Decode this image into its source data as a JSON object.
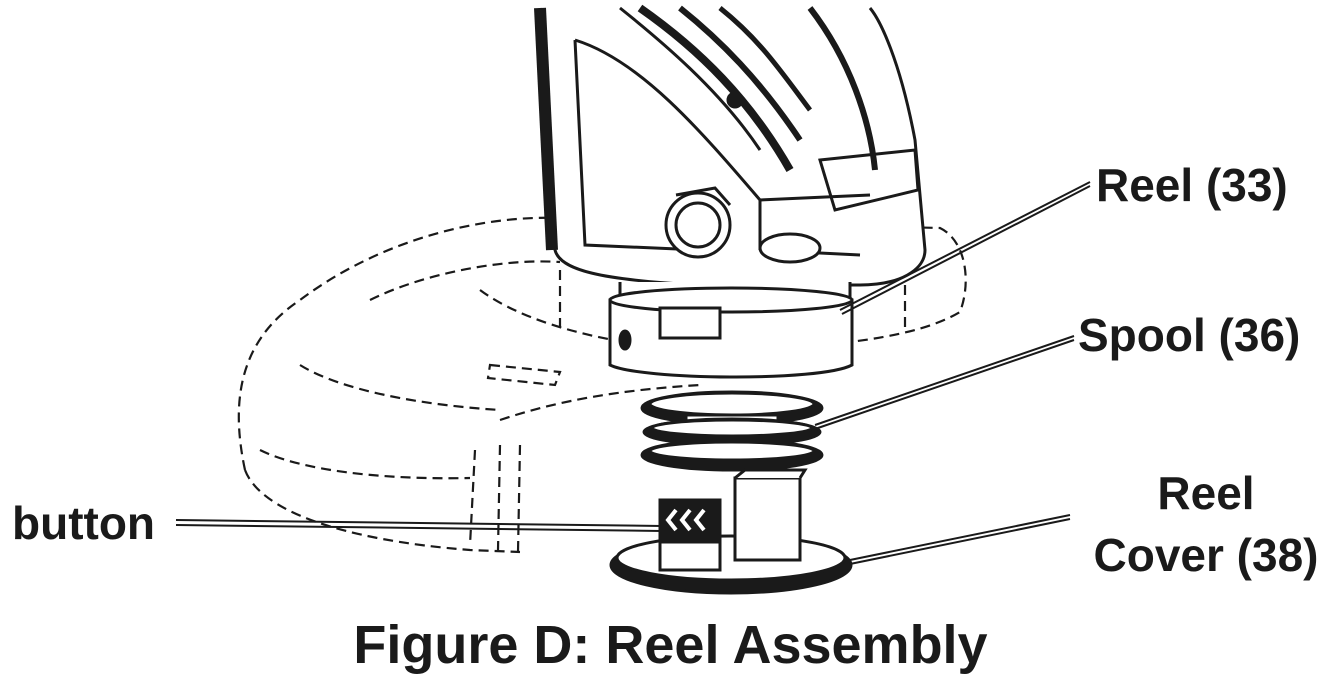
{
  "figure": {
    "caption": "Figure D:  Reel Assembly",
    "callouts": {
      "reel": "Reel (33)",
      "spool": "Spool (36)",
      "reel_cover_line1": "Reel",
      "reel_cover_line2": "Cover (38)",
      "button": "button"
    }
  },
  "colors": {
    "ink": "#1a1a1a",
    "background": "#ffffff"
  }
}
